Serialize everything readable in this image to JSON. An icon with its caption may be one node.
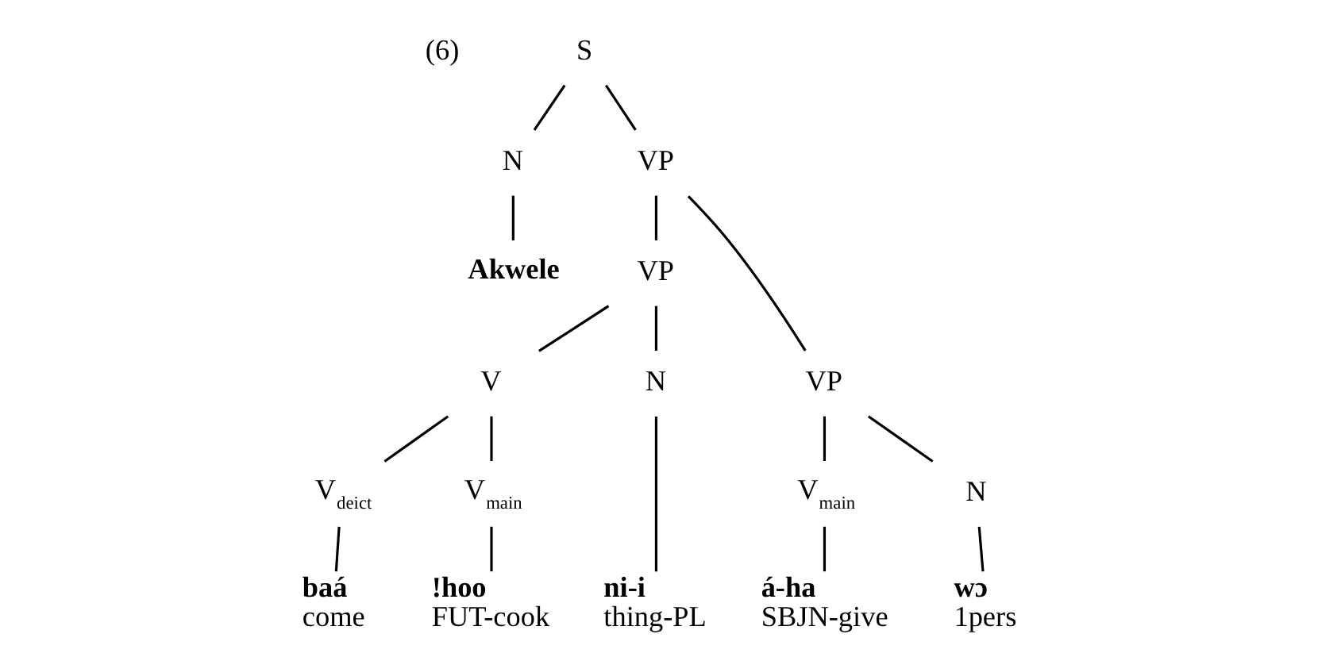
{
  "diagram": {
    "nodes": [
      {
        "text": [
          "S"
        ]
      },
      {
        "text": [
          "N"
        ]
      },
      {
        "text": [
          "VP"
        ]
      },
      {
        "text": [
          "Akwele"
        ]
      },
      {
        "text": [
          "VP"
        ]
      },
      {
        "text": [
          "VP"
        ]
      },
      {
        "text": [
          "V"
        ]
      },
      {
        "text": [
          "N"
        ]
      },
      {
        "text": [
          "V$_{main}$"
        ]
      },
      {
        "text": [
          "N"
        ]
      },
      {
        "text": [
          "V$_{deict}$"
        ]
      },
      {
        "text": [
          "V$_{main}$"
        ]
      },
      {
        "text": [
          "baá",
          "come"
        ]
      },
      {
        "text": [
          "!hoo",
          "FUT-cook"
        ]
      },
      {
        "text": [
          "ni-i",
          "thing-PL"
        ]
      },
      {
        "text": [
          "á-ha",
          "SBJN-give"
        ]
      },
      {
        "text": [
          "wɔ",
          "1pers"
        ]
      }
    ],
    "edges": [
      {
        "from": 0,
        "to": 1,
        "arrow": "none"
      },
      {
        "from": 0,
        "to": 2,
        "arrow": "none"
      },
      {
        "from": 1,
        "to": 3,
        "arrow": "none"
      },
      {
        "from": 2,
        "to": 4,
        "arrow": "none"
      },
      {
        "from": 2,
        "to": 5,
        "arrow": "none"
      },
      {
        "from": 4,
        "to": 6,
        "arrow": "none"
      },
      {
        "from": 4,
        "to": 7,
        "arrow": "none"
      },
      {
        "from": 5,
        "to": 8,
        "arrow": "none"
      },
      {
        "from": 5,
        "to": 9,
        "arrow": "none"
      },
      {
        "from": 6,
        "to": 10,
        "arrow": "none"
      },
      {
        "from": 6,
        "to": 11,
        "arrow": "none"
      },
      {
        "from": 10,
        "to": 12,
        "arrow": "none"
      },
      {
        "from": 11,
        "to": 13,
        "arrow": "none"
      },
      {
        "from": 7,
        "to": 14,
        "arrow": "none"
      },
      {
        "from": 8,
        "to": 15,
        "arrow": "none"
      },
      {
        "from": 9,
        "to": 16,
        "arrow": "none"
      }
    ],
    "labels": [
      "(6)"
    ]
  }
}
